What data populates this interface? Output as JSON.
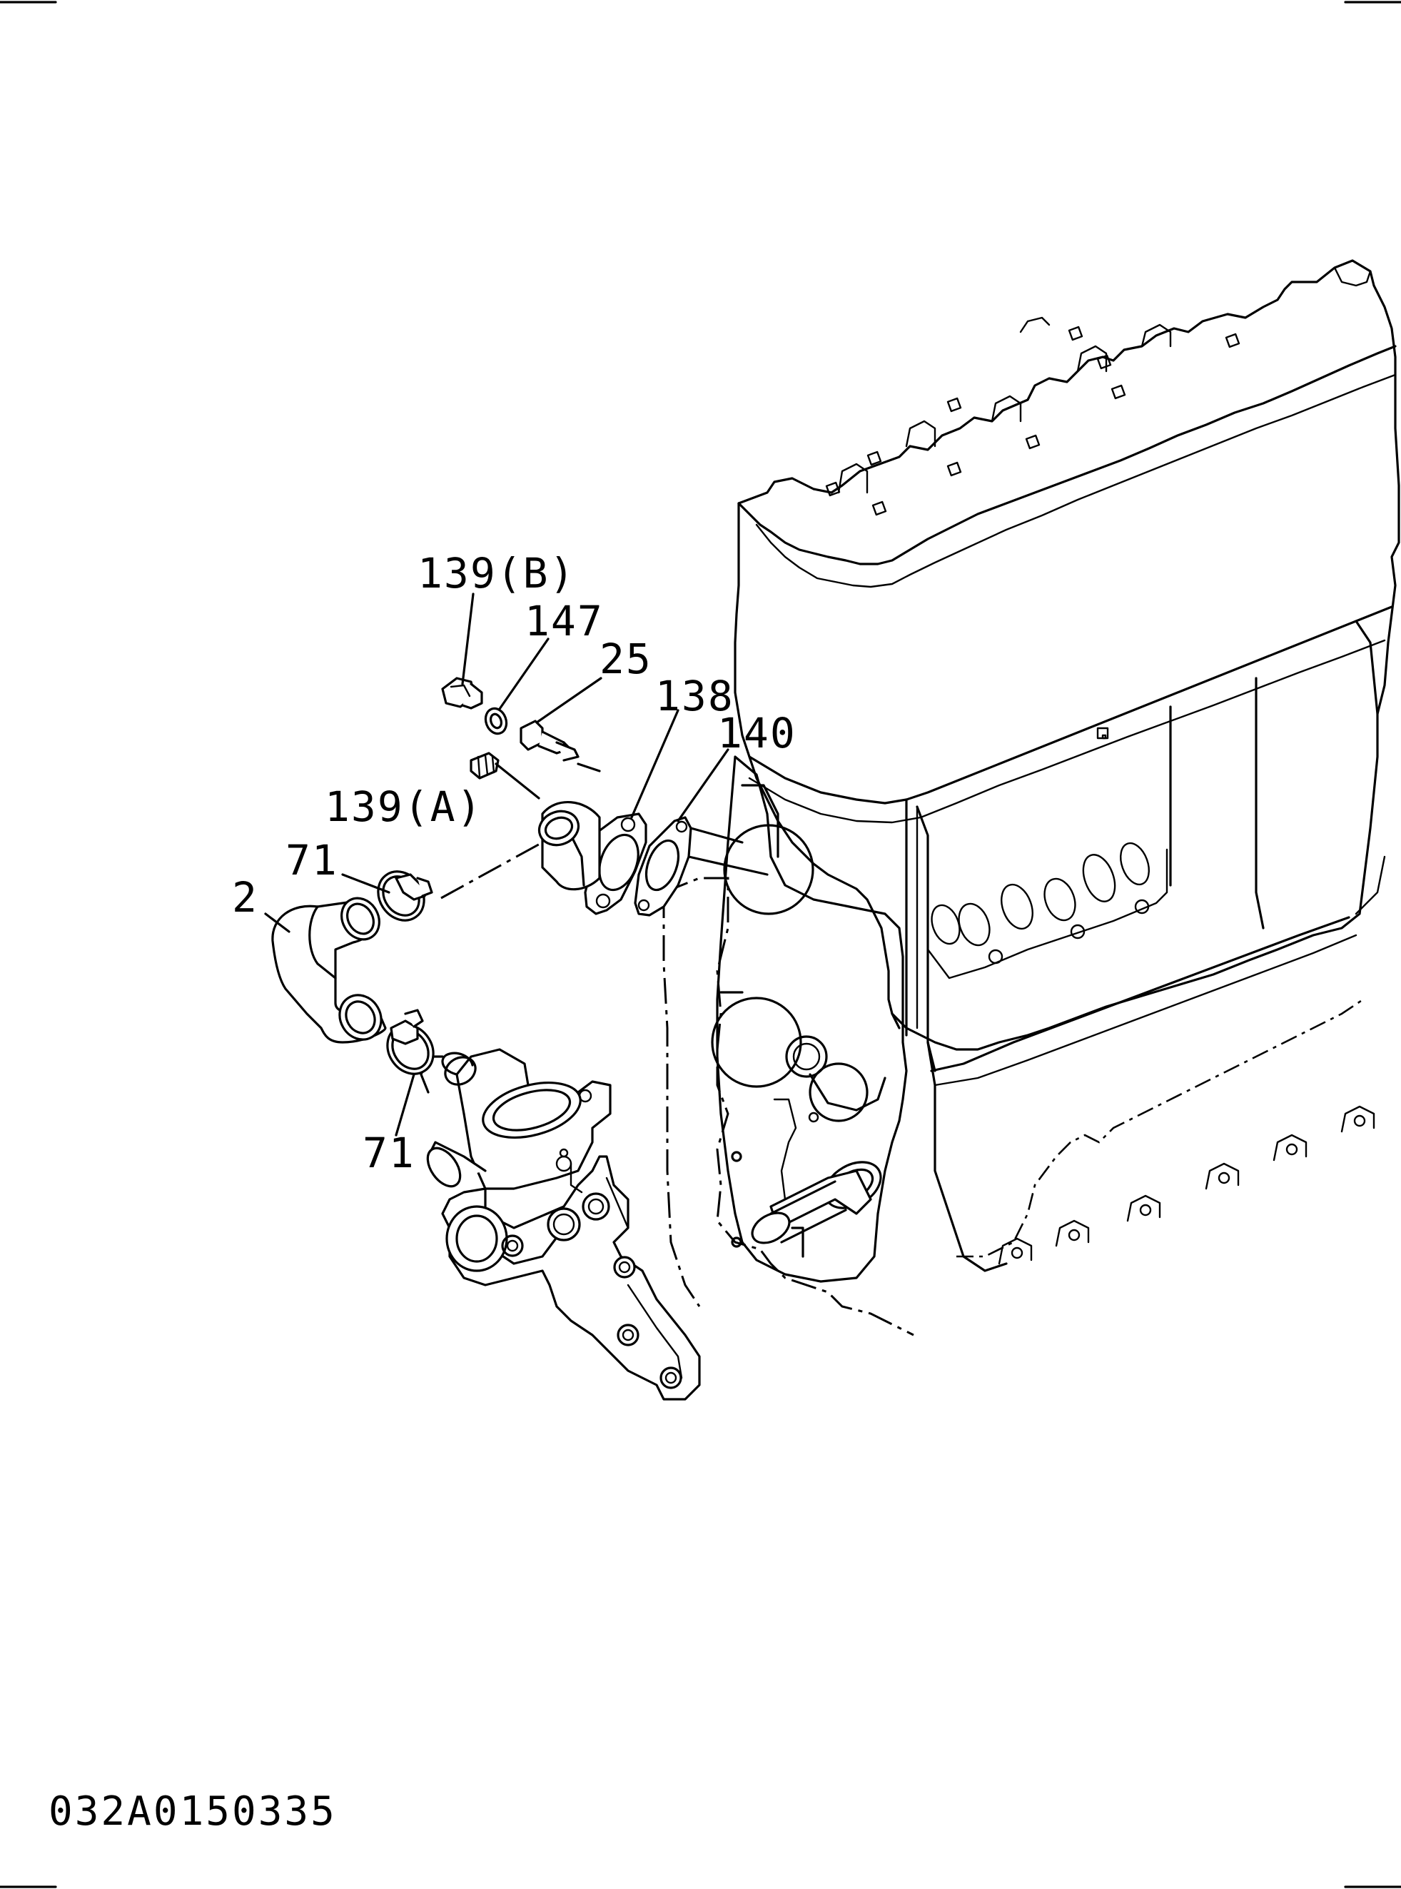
{
  "diagram": {
    "callouts": [
      {
        "id": "c139b",
        "text": "139(B)"
      },
      {
        "id": "c147",
        "text": "147"
      },
      {
        "id": "c25",
        "text": "25"
      },
      {
        "id": "c138",
        "text": "138"
      },
      {
        "id": "c140",
        "text": "140"
      },
      {
        "id": "c139a",
        "text": "139(A)"
      },
      {
        "id": "c71a",
        "text": "71"
      },
      {
        "id": "c2",
        "text": "2"
      },
      {
        "id": "c71b",
        "text": "71"
      }
    ],
    "drawing_code": "032A0150335"
  }
}
